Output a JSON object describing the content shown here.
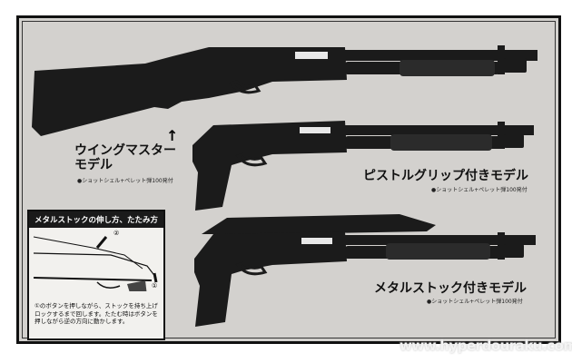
{
  "models": [
    {
      "name_line1": "ウイングマスター",
      "name_line2": "モデル",
      "note": "●ショットシェル+ペレット弾100発付"
    },
    {
      "name": "ピストルグリップ付きモデル",
      "note": "●ショットシェル+ペレット弾100発付"
    },
    {
      "name": "メタルストック付きモデル",
      "note": "●ショットシェル+ペレット弾100発付"
    }
  ],
  "pointer_arrow": "↑",
  "inset": {
    "title": "メタルストックの伸し方、たたみ方",
    "marker_1": "①",
    "marker_2": "②",
    "instructions": "①のボタンを押しながら、ストックを持ち上げロックするまで回します。たたむ時はボタンを押しながら逆の方向に動かします。"
  },
  "watermark": "www.hyperdouraku.com"
}
